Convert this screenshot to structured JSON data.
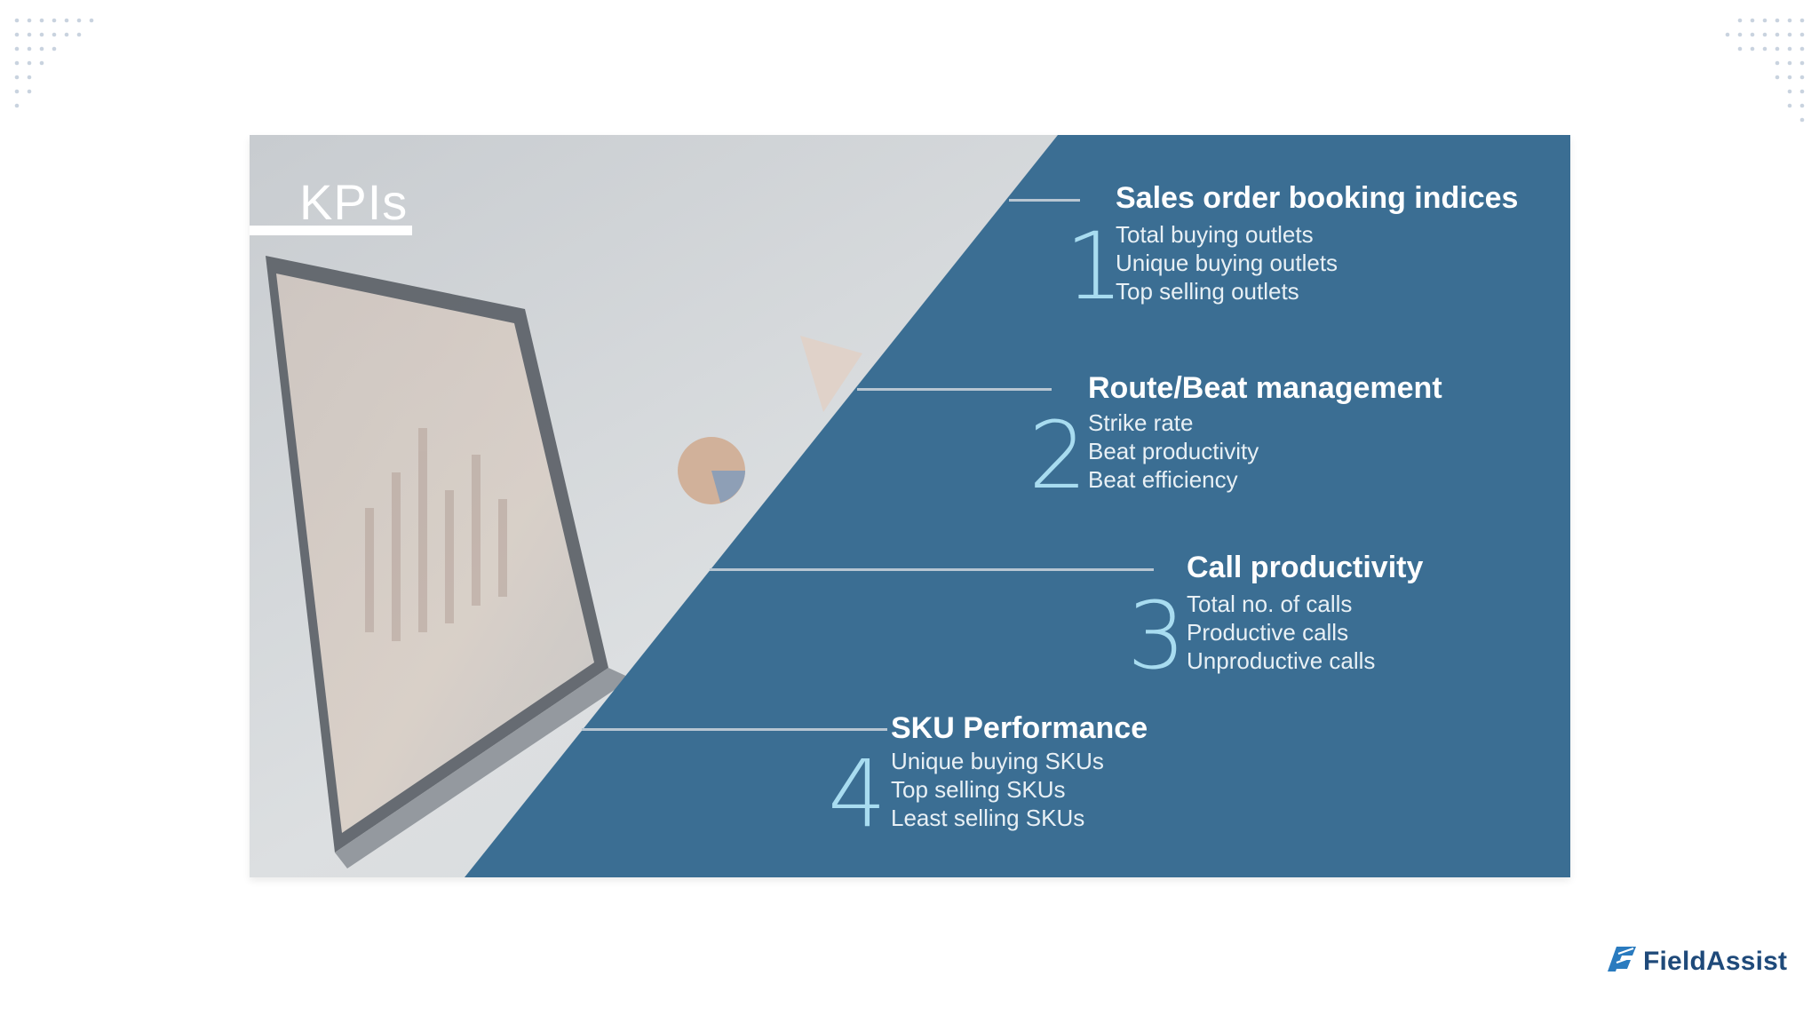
{
  "slide": {
    "title": "KPIs",
    "groups": [
      {
        "number": "1",
        "heading": "Sales order booking indices",
        "items": [
          "Total buying outlets",
          "Unique buying outlets",
          "Top selling outlets"
        ]
      },
      {
        "number": "2",
        "heading": "Route/Beat management",
        "items": [
          "Strike rate",
          "Beat productivity",
          "Beat efficiency"
        ]
      },
      {
        "number": "3",
        "heading": "Call productivity",
        "items": [
          "Total no. of calls",
          "Productive calls",
          "Unproductive calls"
        ]
      },
      {
        "number": "4",
        "heading": "SKU Performance",
        "items": [
          "Unique buying SKUs",
          "Top selling SKUs",
          "Least selling SKUs"
        ]
      }
    ]
  },
  "brand": {
    "name": "FieldAssist",
    "color": "#1f4a7a"
  },
  "colors": {
    "panel": "#3b6e93",
    "number_accent": "#a8dcf0",
    "photo_bg": "#d5d8db"
  },
  "icons": [
    "dot-grid-decoration",
    "laptop-photo",
    "fieldassist-logo-icon"
  ]
}
